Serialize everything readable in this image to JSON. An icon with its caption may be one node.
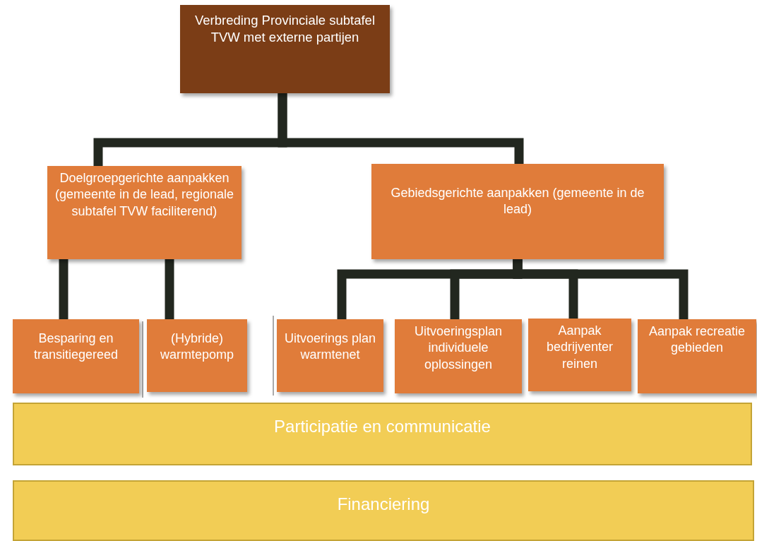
{
  "diagram": {
    "nodes": [
      {
        "text": [
          "Verbreding Provinciale subtafel TVW met externe partijen"
        ]
      },
      {
        "text": [
          "Doelgroepgerichte aanpakken (gemeente in de lead, regionale subtafel TVW faciliterend)"
        ]
      },
      {
        "text": [
          "Gebiedsgerichte aanpakken (gemeente in de lead)"
        ]
      },
      {
        "text": [
          "Besparing en transitiegereed"
        ]
      },
      {
        "text": [
          "(Hybride) warmtepomp"
        ]
      },
      {
        "text": [
          "Uitvoerings plan warmtenet"
        ]
      },
      {
        "text": [
          "Uitvoeringsplan individuele oplossingen"
        ]
      },
      {
        "text": [
          "Aanpak bedrijventer reinen"
        ]
      },
      {
        "text": [
          "Aanpak recreatie gebieden"
        ]
      },
      {
        "text": [
          "Participatie en communicatie"
        ]
      },
      {
        "text": [
          "Financiering"
        ]
      }
    ],
    "edges": [
      {
        "from": 0,
        "to": 1,
        "arrow": "none"
      },
      {
        "from": 0,
        "to": 2,
        "arrow": "none"
      },
      {
        "from": 1,
        "to": 3,
        "arrow": "none"
      },
      {
        "from": 1,
        "to": 4,
        "arrow": "none"
      },
      {
        "from": 2,
        "to": 5,
        "arrow": "none"
      },
      {
        "from": 2,
        "to": 6,
        "arrow": "none"
      },
      {
        "from": 2,
        "to": 7,
        "arrow": "none"
      },
      {
        "from": 2,
        "to": 8,
        "arrow": "none"
      }
    ]
  }
}
